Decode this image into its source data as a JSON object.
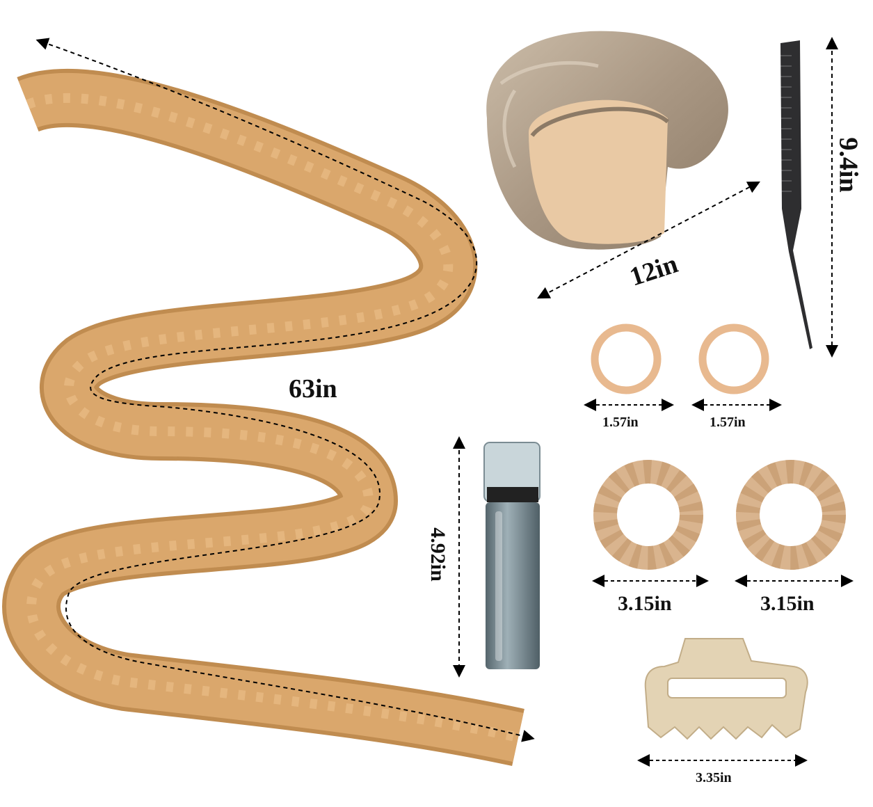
{
  "image": {
    "title": "",
    "items": [
      {
        "name": "heatless-curling-rod",
        "dimension": "63in"
      },
      {
        "name": "satin-bonnet",
        "dimension": "12in"
      },
      {
        "name": "rat-tail-comb",
        "dimension": "9.4in"
      },
      {
        "name": "hair-tie-1",
        "dimension": "1.57in"
      },
      {
        "name": "hair-tie-2",
        "dimension": "1.57in"
      },
      {
        "name": "spray-bottle",
        "dimension": "4.92in"
      },
      {
        "name": "scrunchie-1",
        "dimension": "3.15in"
      },
      {
        "name": "scrunchie-2",
        "dimension": "3.15in"
      },
      {
        "name": "claw-clip",
        "dimension": "3.35in"
      }
    ]
  },
  "colors": {
    "velvet": "#d8a268",
    "velvet_dark": "#b98548",
    "velvet_light": "#ecc08a",
    "satin": "#b8a792",
    "band": "#e9c9a4",
    "comb": "#2e2e30",
    "ring": "#e8b98f",
    "bottle": "#6f8189",
    "clip": "#e3d3b4"
  }
}
